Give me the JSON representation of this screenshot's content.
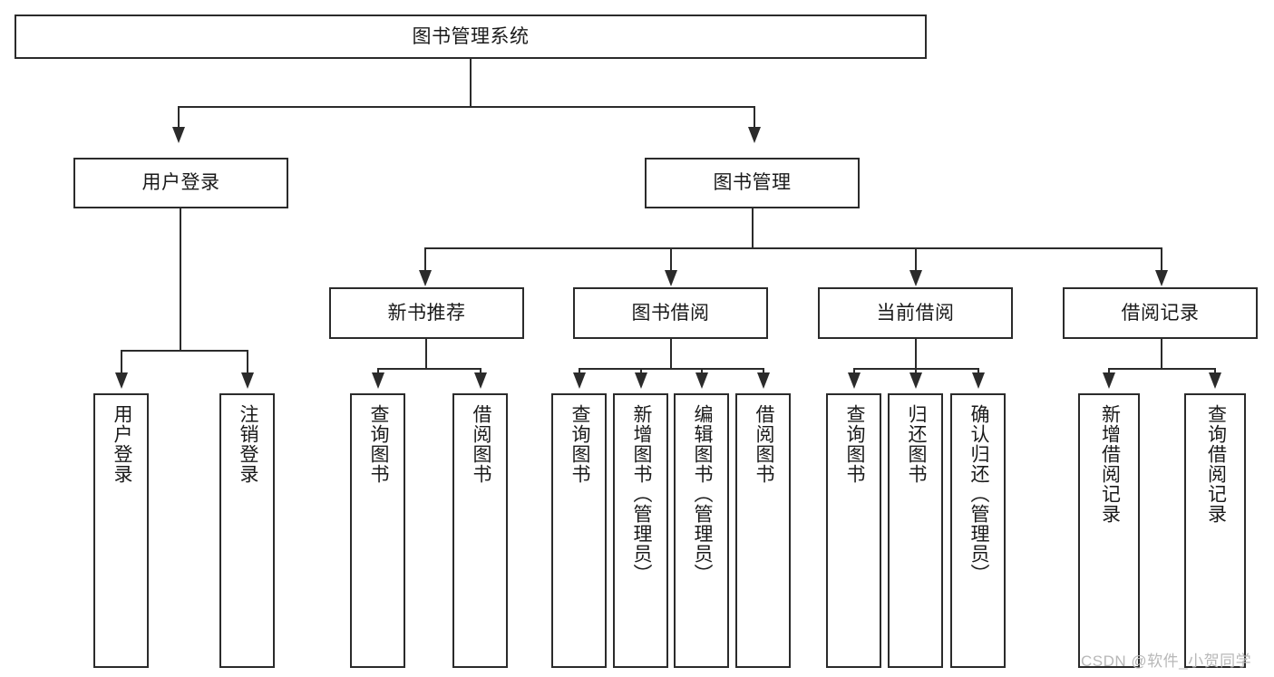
{
  "diagram": {
    "title": "图书管理系统",
    "type": "tree",
    "watermark": "CSDN @软件_小贺同学",
    "colors": {
      "stroke": "#2b2b2b",
      "fill": "#ffffff",
      "text": "#1a1a1a",
      "watermark": "#b8b8b8"
    },
    "levels": {
      "root": [
        "图书管理系统"
      ],
      "level2": [
        "用户登录",
        "图书管理"
      ],
      "level3": [
        "新书推荐",
        "图书借阅",
        "当前借阅",
        "借阅记录"
      ],
      "leaves": [
        "用户登录",
        "注销登录",
        "查询图书",
        "借阅图书",
        "查询图书",
        "新增图书（管理员）",
        "编辑图书（管理员）",
        "借阅图书",
        "查询图书",
        "归还图书",
        "确认归还（管理员）",
        "新增借阅记录",
        "查询借阅记录"
      ]
    },
    "nodes": {
      "root": {
        "label": "图书管理系统"
      },
      "user_login": {
        "label": "用户登录"
      },
      "book_manage": {
        "label": "图书管理"
      },
      "new_book_rec": {
        "label": "新书推荐"
      },
      "book_borrow": {
        "label": "图书借阅"
      },
      "current_borrow": {
        "label": "当前借阅"
      },
      "borrow_record": {
        "label": "借阅记录"
      },
      "leaf_user_login": {
        "label": "用户登录"
      },
      "leaf_logout": {
        "label": "注销登录"
      },
      "leaf_query_book_1": {
        "label": "查询图书"
      },
      "leaf_borrow_book_1": {
        "label": "借阅图书"
      },
      "leaf_query_book_2": {
        "label": "查询图书"
      },
      "leaf_add_book": {
        "label": "新增图书（管理员）"
      },
      "leaf_edit_book": {
        "label": "编辑图书（管理员）"
      },
      "leaf_borrow_book_2": {
        "label": "借阅图书"
      },
      "leaf_query_book_3": {
        "label": "查询图书"
      },
      "leaf_return_book": {
        "label": "归还图书"
      },
      "leaf_confirm_return": {
        "label": "确认归还（管理员）"
      },
      "leaf_add_record": {
        "label": "新增借阅记录"
      },
      "leaf_query_record": {
        "label": "查询借阅记录"
      }
    }
  }
}
